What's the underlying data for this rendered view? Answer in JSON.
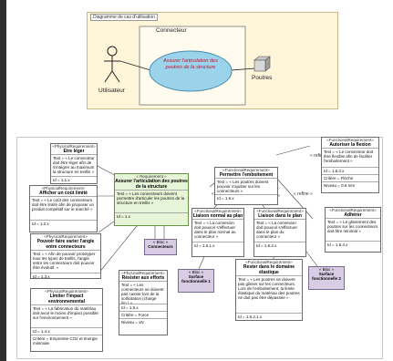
{
  "usecase": {
    "tab": "Diagramme de cas d'utilisation",
    "system": "Connecteur",
    "actor": "Utilisateur",
    "usecase_text": "Assurer l'articulation des poutres de la structure",
    "object": "Poutres"
  },
  "requirements": {
    "stereotype": "«PhysicalRequirement»",
    "main": {
      "stereo": "« Requirement »",
      "name": "Assurer l'articulation des poutres de la structure",
      "text": "Text = « Les connecteurs doivent permettre d'articuler les poutres de la structure en treillis »",
      "id": "Id = 1.x"
    },
    "etre_leger": {
      "name": "Etre léger",
      "text": "Text = « Le connecteur doit être léger afin de s'intégrer au maximum la structure en treillis »",
      "id": "Id = 1.1.x"
    },
    "cout": {
      "name": "Afficher un coût limité",
      "text": "Text = « Le coût des connecteurs doit être limité afin de proposer un produit compétitif sur le marché »",
      "id": "Id = 1.2.x"
    },
    "angle": {
      "name": "Pouvoir faire varier l'angle entre connecteurs",
      "text": "Text = « Afin de pouvoir prototyper tous les types de treillis, l'angle entre les connecteurs doit pouvoir être évolutif. »",
      "id": "Id = 1.3.x"
    },
    "impact": {
      "name": "Limiter l'impact environnemental",
      "text": "Text = « La fabrication du matériau doit avoir le moins d'impact possible sur l'environnement »",
      "id": "Id = 1.4.x",
      "critere": "Critère = Empreinte CO2 et énergie minimale"
    },
    "efforts": {
      "name": "Résister aux efforts",
      "text": "Text = « Les connecteurs ne doivent pas casser lors de la sollicitation (charge lim.) »",
      "id": "Id = 1.5.x",
      "critere": "Critère = Force",
      "niveau": "Niveau = xN"
    },
    "encastrement": {
      "stereo": "«FunctionalRequirement»",
      "name": "Permettre l'emboitement",
      "text": "Text = « Les poutres doivent pouvoir s'ajuster sur les connecteurs »",
      "id": "Id = 1.6.x"
    },
    "flexion": {
      "stereo": "«FunctionalRequirement»",
      "name": "Autoriser la flexion",
      "text": "Text = « Le connecteur doit être flexible afin de faciliter l'emboitement »",
      "id": "Id = 1.6.3.x",
      "critere": "Critère = Flèche",
      "niveau": "Niveau = 0.6 mm"
    },
    "adherer": {
      "stereo": "«FunctionalRequirement»",
      "name": "Adhérer",
      "text": "Text = « Le glissement des poutres sur les connecteurs doit être minimal »",
      "id": "Id = 1.6.4.x"
    },
    "liaison_normal": {
      "stereo": "«FunctionalRequirement»",
      "name": "Liaison normal au plan",
      "text": "Text = « La connexion doit pouvoir s'effectuer dans le plan normal au connecteur »",
      "id": "Id = 1.6.1.x"
    },
    "liaison_plan": {
      "stereo": "«FunctionalRequirement»",
      "name": "Liaison dans le plan",
      "text": "Text = « La connexion doit pouvoir s'effectuer dans le plan du connecteur »",
      "id": "Id = 1.6.2.x"
    },
    "elastique": {
      "stereo": "«FunctionalRequirement»",
      "name": "Rester dans le domaine élastique",
      "text": "Text = « Les poutres ne doivent pas glisser sur les connecteurs. Lors de l'emboitement, la limite élastique du matériau des poutres ne doit pas être dépassée »",
      "id": "Id = 1.6.2.1.x"
    },
    "surface1": {
      "stereo": "« Bloc »",
      "name": "Surface fonctionnelle 1"
    },
    "surface2": {
      "stereo": "« Bloc »",
      "name": "Surface fonctionnelle 2"
    },
    "connecteurs": {
      "stereo": "« Bloc »",
      "name": "Connecteurs"
    },
    "refine": "« refine »"
  }
}
